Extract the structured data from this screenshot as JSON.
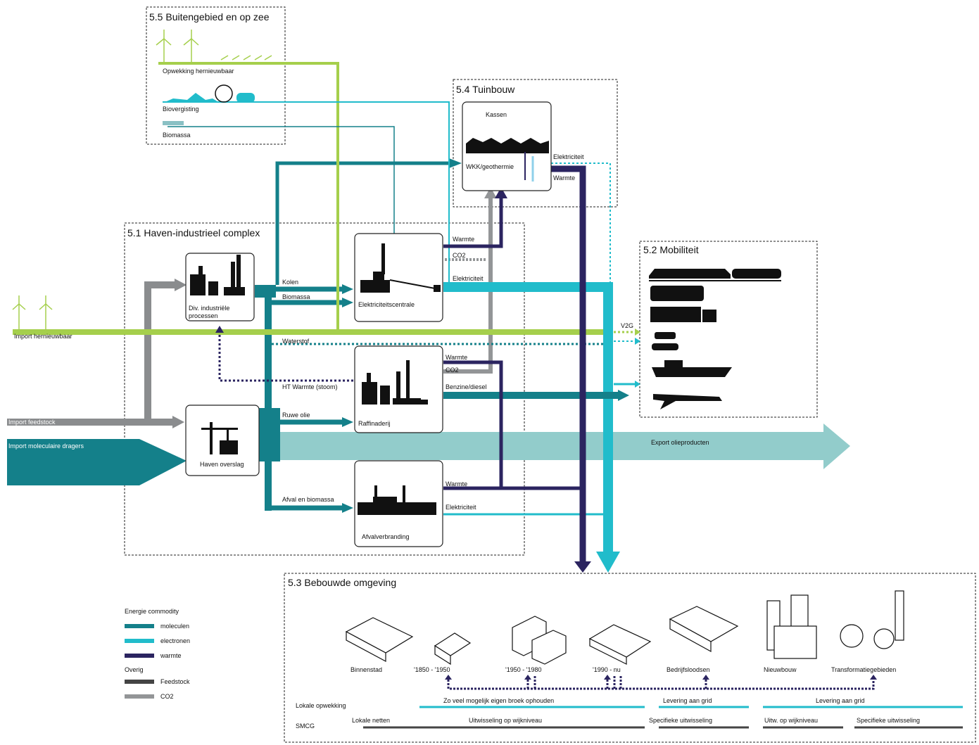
{
  "colors": {
    "moleculen": "#14808a",
    "electronen": "#21bccb",
    "warmte": "#2b2460",
    "hernieuwbaar": "#a5cf4c",
    "feedstock": "#8a8c8e",
    "co2": "#939597",
    "export": "#92cccb"
  },
  "zones": {
    "buitengebied": "5.5 Buitengebied en op zee",
    "tuinbouw": "5.4 Tuinbouw",
    "haven": "5.1 Haven-industrieel complex",
    "mobiliteit": "5.2 Mobiliteit",
    "bebouwd": "5.3 Bebouwde omgeving"
  },
  "buitengebied": {
    "opwekking": "Opwekking hernieuwbaar",
    "biovergisting": "Biovergisting",
    "biomassa": "Biomassa"
  },
  "tuinbouw": {
    "kassen": "Kassen",
    "wkk": "WKK/geothermie",
    "elektriciteit": "Elektriciteit",
    "warmte": "Warmte"
  },
  "plants": {
    "industrie_line1": "Div. industriële",
    "industrie_line2": "processen",
    "centrale": "Elektriciteitscentrale",
    "raffinaderij": "Raffinaderij",
    "haven": "Haven overslag",
    "afval": "Afvalverbranding"
  },
  "flows": {
    "import_hernieuwbaar": "Import hernieuwbaar",
    "import_feedstock": "Import feedstock",
    "import_moleculair": "Import moleculaire dragers",
    "export_olie": "Export olieproducten",
    "kolen": "Kolen",
    "biomassa": "Biomassa",
    "waterstof": "Waterstof",
    "ht_warmte": "HT Warmte (stoom)",
    "ruwe_olie": "Ruwe olie",
    "afval_biomassa": "Afval en biomassa",
    "centrale_warmte": "Warmte",
    "centrale_co2": "CO2",
    "centrale_elek": "Elektriciteit",
    "raff_warmte": "Warmte",
    "raff_co2": "CO2",
    "raff_benzine": "Benzine/diesel",
    "afval_warmte": "Warmte",
    "afval_elek": "Elektriciteit",
    "v2g": "V2G"
  },
  "legend": {
    "title": "Energie commodity",
    "moleculen": "moleculen",
    "electronen": "electronen",
    "warmte": "warmte",
    "overig": "Overig",
    "feedstock": "Feedstock",
    "co2": "CO2"
  },
  "bebouwd": {
    "categories": [
      "Binnenstad",
      "'1850 - '1950",
      "'1950 - '1980",
      "'1990 - nu",
      "Bedrijfsloodsen",
      "Nieuwbouw",
      "Transformatiegebieden"
    ],
    "lokale_opwekking": "Lokale opwekking",
    "smcg": "SMCG",
    "opw1": "Zo veel mogelijk eigen broek ophouden",
    "opw2": "Levering aan grid",
    "opw3": "Levering aan grid",
    "smcg1": "Lokale netten",
    "smcg2": "Uitwisseling op wijkniveau",
    "smcg3": "Specifieke uitwisseling",
    "smcg4": "Uitw. op wijkniveau",
    "smcg5": "Specifieke uitwisseling"
  }
}
